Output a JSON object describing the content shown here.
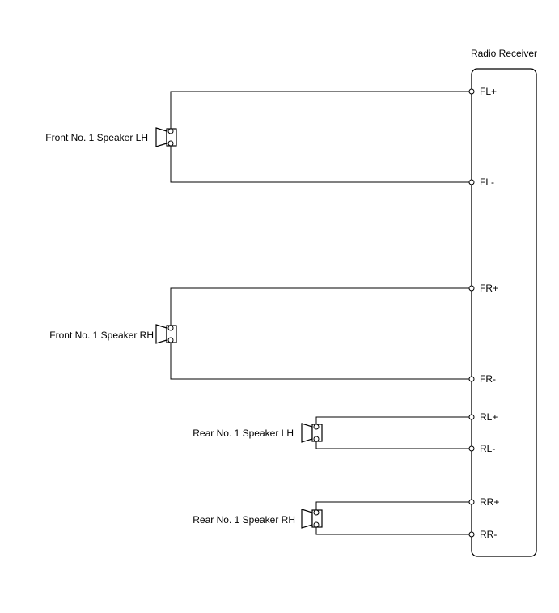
{
  "receiver": {
    "label": "Radio Receiver"
  },
  "speakers": [
    {
      "id": "front-lh",
      "label": "Front No. 1 Speaker LH",
      "pins": [
        "FL+",
        "FL-"
      ]
    },
    {
      "id": "front-rh",
      "label": "Front No. 1 Speaker RH",
      "pins": [
        "FR+",
        "FR-"
      ]
    },
    {
      "id": "rear-lh",
      "label": "Rear No. 1 Speaker LH",
      "pins": [
        "RL+",
        "RL-"
      ]
    },
    {
      "id": "rear-rh",
      "label": "Rear No. 1 Speaker RH",
      "pins": [
        "RR+",
        "RR-"
      ]
    }
  ]
}
